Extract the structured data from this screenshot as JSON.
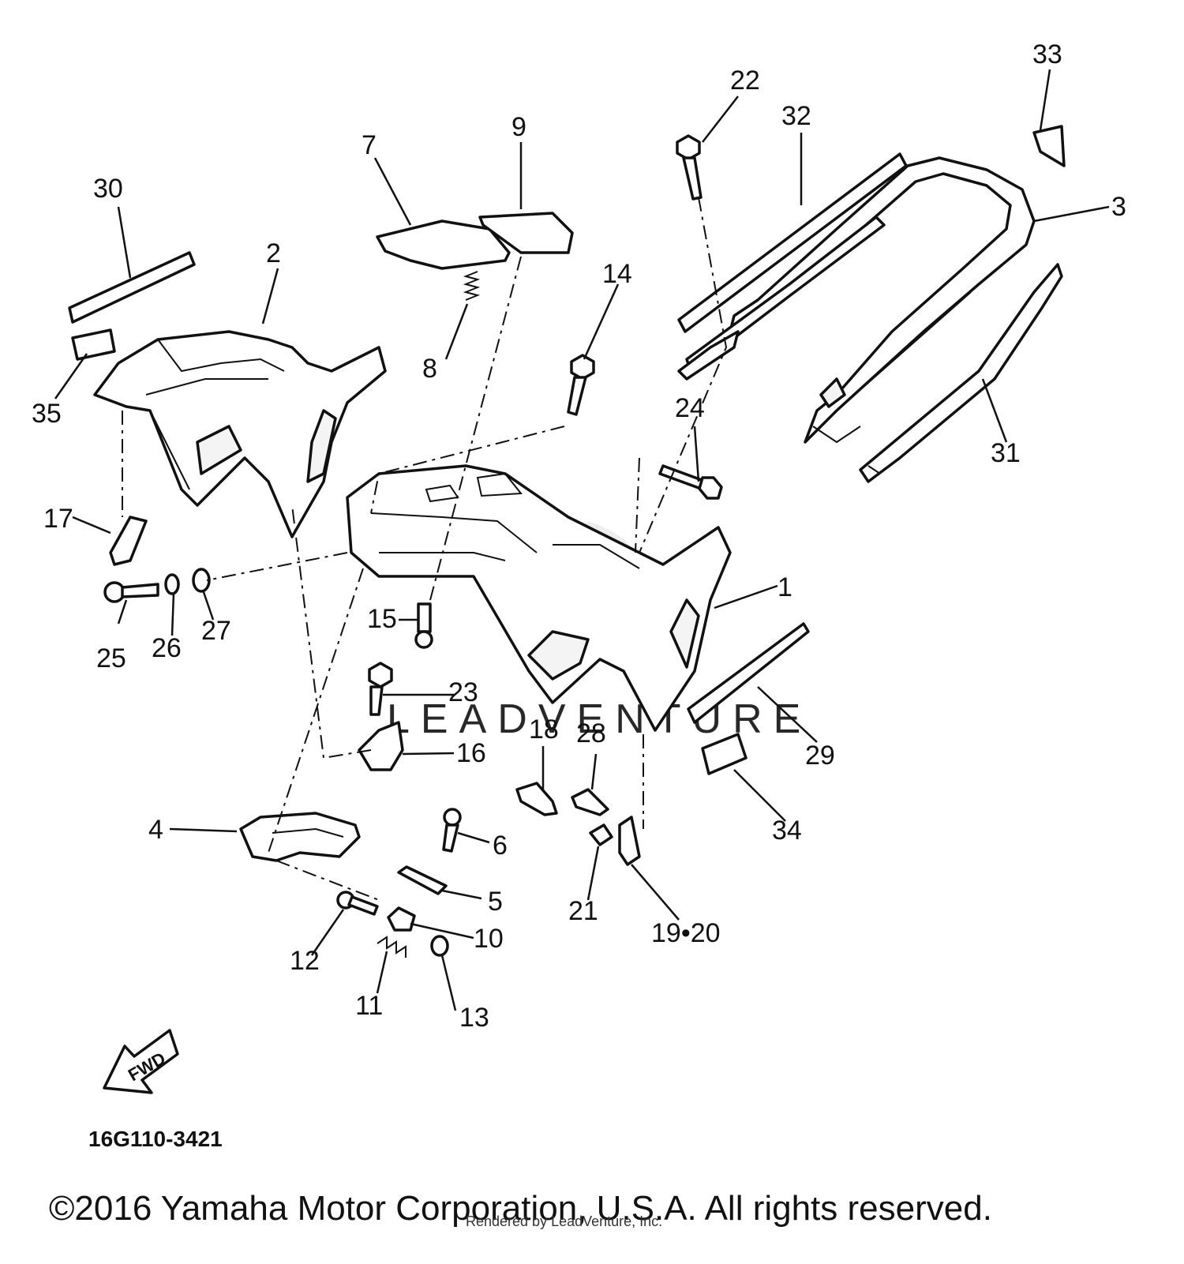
{
  "diagram": {
    "callouts": [
      "1",
      "2",
      "3",
      "4",
      "5",
      "6",
      "7",
      "8",
      "9",
      "10",
      "11",
      "12",
      "13",
      "14",
      "15",
      "16",
      "17",
      "18",
      "19•20",
      "21",
      "22",
      "23",
      "24",
      "25",
      "26",
      "27",
      "28",
      "29",
      "30",
      "31",
      "32",
      "33",
      "34",
      "35"
    ],
    "fwd_label": "FWD",
    "diagram_code": "16G110-3421",
    "watermark": "LEADVENTURE"
  },
  "footer": {
    "copyright": "©2016 Yamaha Motor Corporation, U.S.A. All rights reserved.",
    "rendered_by": "Rendered by LeadVenture, Inc."
  }
}
